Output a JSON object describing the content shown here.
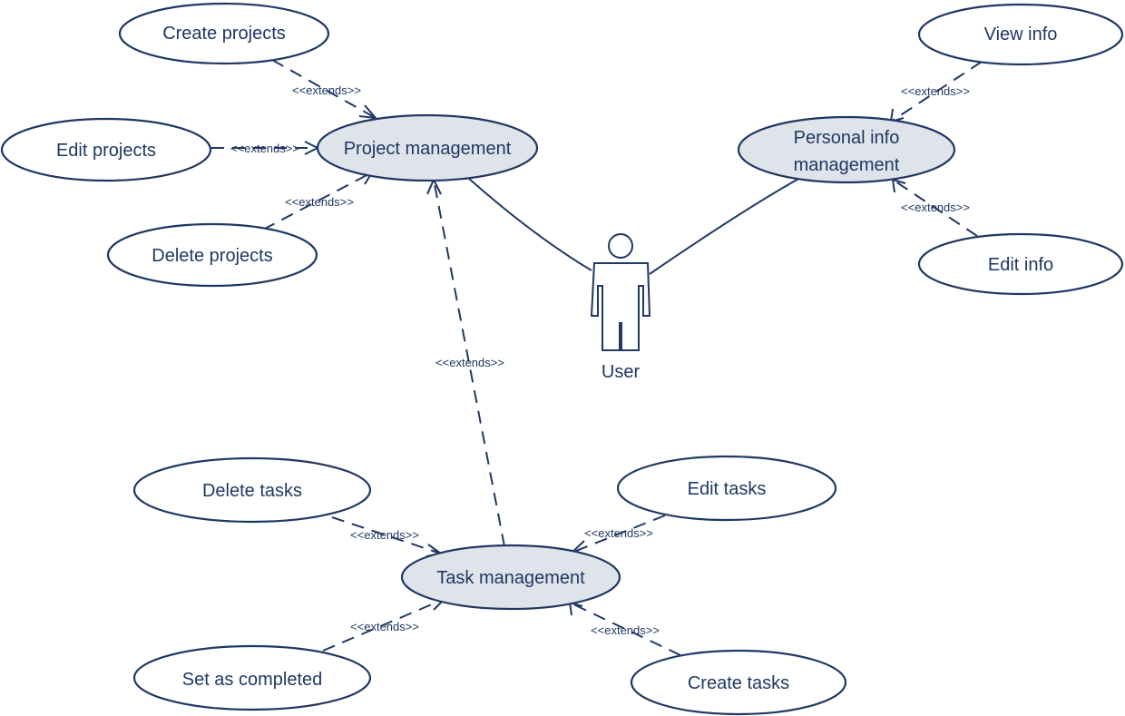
{
  "actor": {
    "label": "User"
  },
  "stereotype": "<<extends>>",
  "use_cases": {
    "project_management": "Project management",
    "personal_info_management_line1": "Personal info",
    "personal_info_management_line2": "management",
    "task_management": "Task management",
    "create_projects": "Create projects",
    "edit_projects": "Edit projects",
    "delete_projects": "Delete projects",
    "view_info": "View info",
    "edit_info": "Edit info",
    "delete_tasks": "Delete tasks",
    "edit_tasks": "Edit tasks",
    "set_as_completed": "Set as completed",
    "create_tasks": "Create tasks"
  },
  "colors": {
    "line": "#1f3864",
    "main_fill": "#dfe3ea",
    "sub_fill": "#ffffff"
  }
}
